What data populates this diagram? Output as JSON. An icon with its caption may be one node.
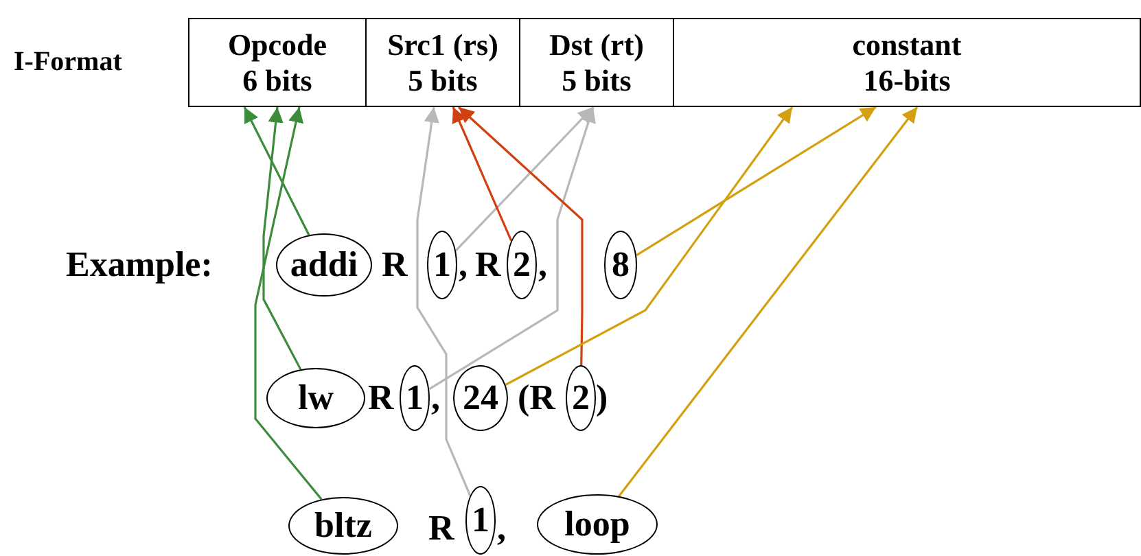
{
  "diagram": {
    "nodes": [
      {
        "text": [
          "Opcode",
          "6 bits"
        ]
      },
      {
        "text": [
          "Src1 (rs)",
          "5 bits"
        ]
      },
      {
        "text": [
          "Dst (rt)",
          "5 bits"
        ]
      },
      {
        "text": [
          "constant",
          "16-bits"
        ]
      },
      {
        "text": [
          "addi"
        ]
      },
      {
        "text": [
          "1"
        ]
      },
      {
        "text": [
          "2"
        ]
      },
      {
        "text": [
          "8"
        ]
      },
      {
        "text": [
          "lw"
        ]
      },
      {
        "text": [
          "1"
        ]
      },
      {
        "text": [
          "24"
        ]
      },
      {
        "text": [
          "2"
        ]
      },
      {
        "text": [
          "bltz"
        ]
      },
      {
        "text": [
          "1"
        ]
      },
      {
        "text": [
          "loop"
        ]
      }
    ],
    "edges": [
      {
        "from": 4,
        "to": 0,
        "arrow": "to",
        "color": "#3c8c3c"
      },
      {
        "from": 8,
        "to": 0,
        "arrow": "to",
        "color": "#3c8c3c"
      },
      {
        "from": 12,
        "to": 0,
        "arrow": "to",
        "color": "#3c8c3c"
      },
      {
        "from": 5,
        "to": 2,
        "arrow": "to",
        "color": "#b8b8b8"
      },
      {
        "from": 9,
        "to": 2,
        "arrow": "to",
        "color": "#b8b8b8"
      },
      {
        "from": 13,
        "to": 1,
        "arrow": "to",
        "color": "#b8b8b8"
      },
      {
        "from": 6,
        "to": 1,
        "arrow": "to",
        "color": "#d04010"
      },
      {
        "from": 11,
        "to": 1,
        "arrow": "to",
        "color": "#d04010"
      },
      {
        "from": 7,
        "to": 3,
        "arrow": "to",
        "color": "#d4a010"
      },
      {
        "from": 10,
        "to": 3,
        "arrow": "to",
        "color": "#d4a010"
      },
      {
        "from": 14,
        "to": 3,
        "arrow": "to",
        "color": "#d4a010"
      }
    ],
    "labels": [
      "I-Format",
      "Example:",
      "R",
      ",",
      "R",
      ",",
      "R",
      ",",
      "(R",
      ")",
      "R",
      ","
    ]
  }
}
